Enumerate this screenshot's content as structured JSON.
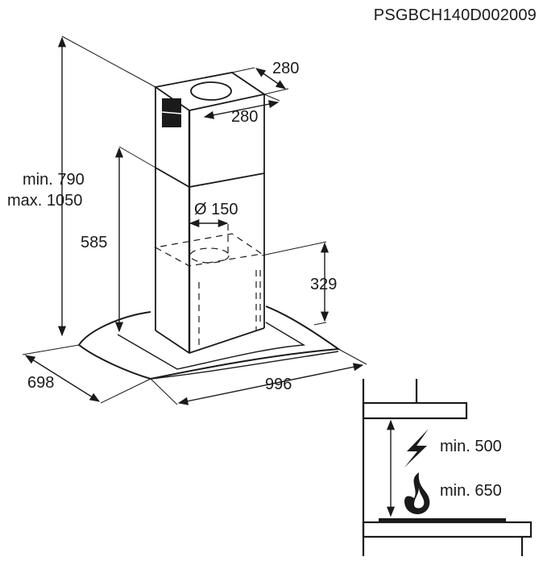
{
  "document_code": "PSGBCH140D002009",
  "dimensions": {
    "chimney_depth": "280",
    "chimney_width": "280",
    "height_min": "min. 790",
    "height_max": "max. 1050",
    "lower_chimney": "585",
    "duct_diameter": "Ø 150",
    "canopy_height": "329",
    "canopy_depth": "698",
    "canopy_width": "996"
  },
  "clearance": {
    "electric": "min. 500",
    "gas": "min. 650"
  },
  "colors": {
    "line": "#1a1a1a",
    "background": "#ffffff"
  }
}
